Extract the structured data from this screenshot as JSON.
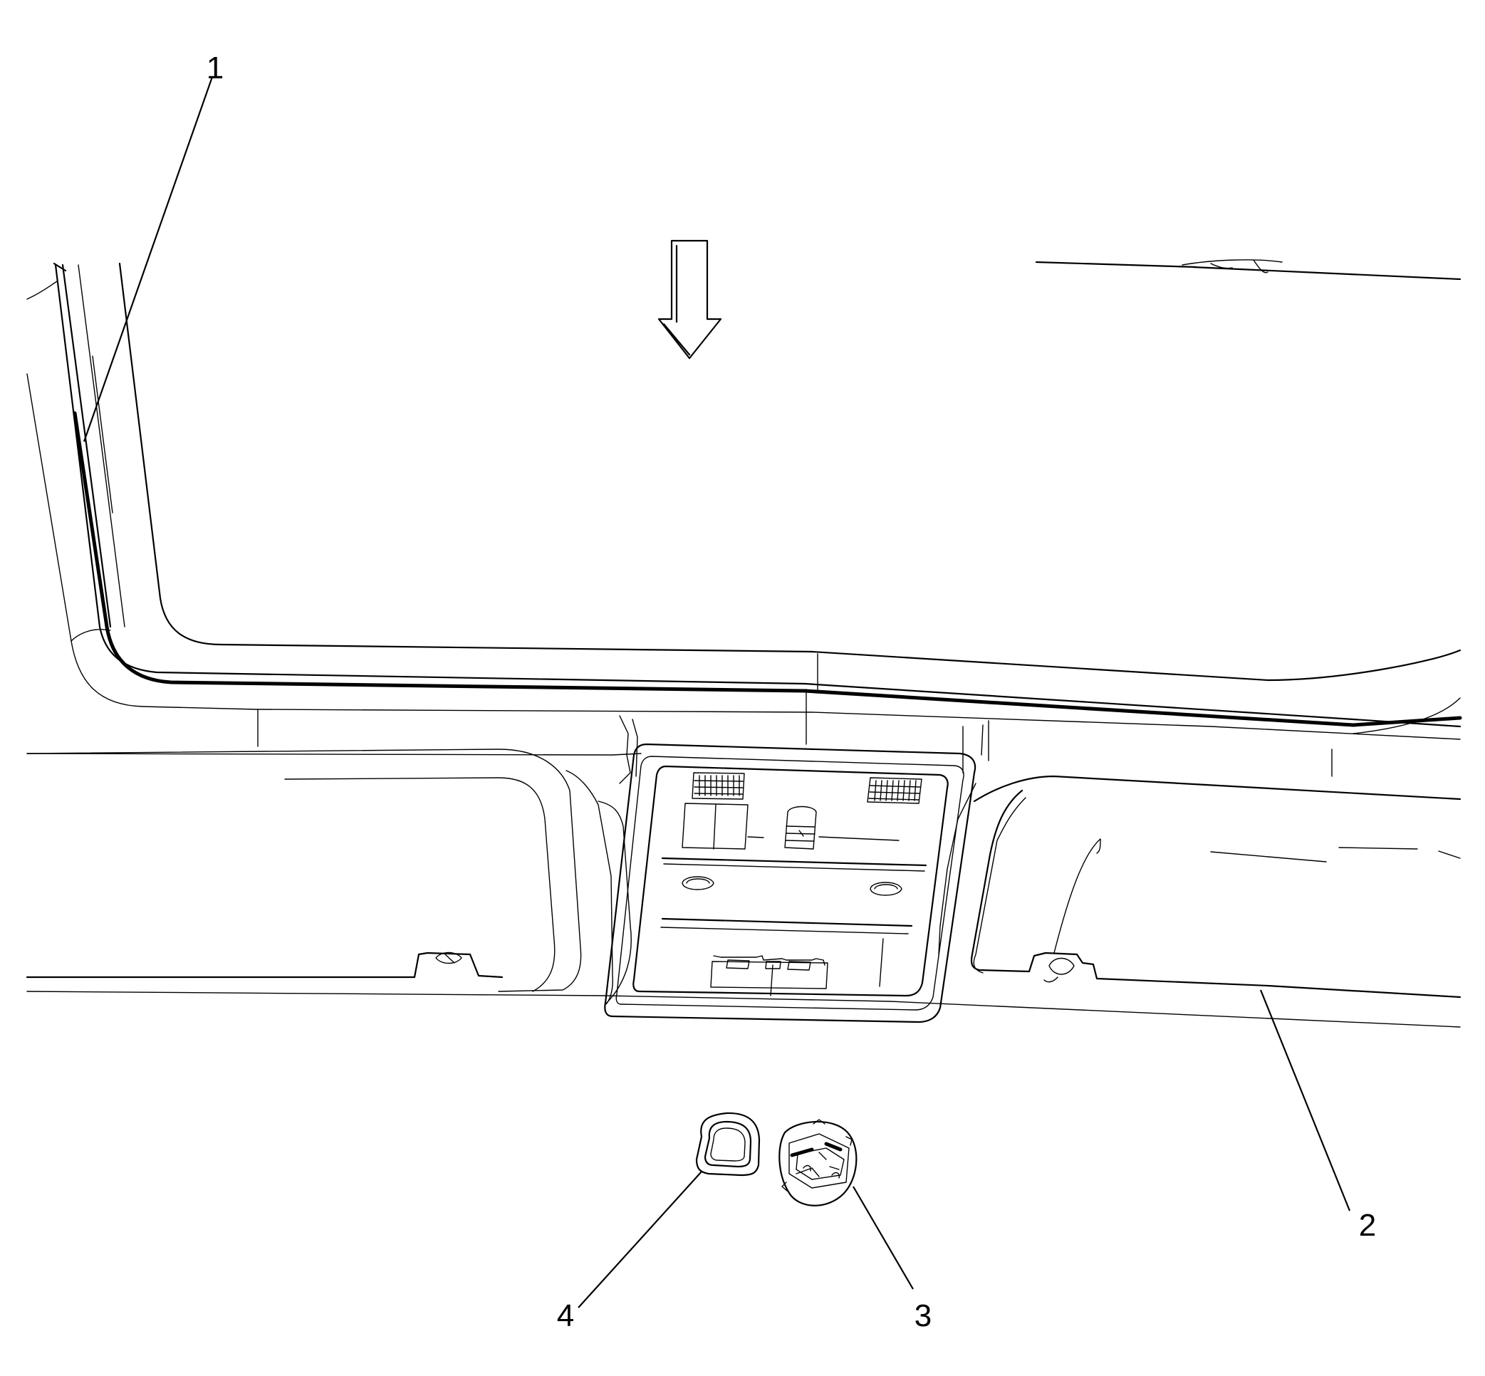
{
  "callouts": [
    {
      "id": "1",
      "label": "1"
    },
    {
      "id": "2",
      "label": "2"
    },
    {
      "id": "3",
      "label": "3"
    },
    {
      "id": "4",
      "label": "4"
    }
  ],
  "colors": {
    "ink": "#000000",
    "background": "#ffffff"
  },
  "icons": [
    "direction-arrow-icon"
  ]
}
